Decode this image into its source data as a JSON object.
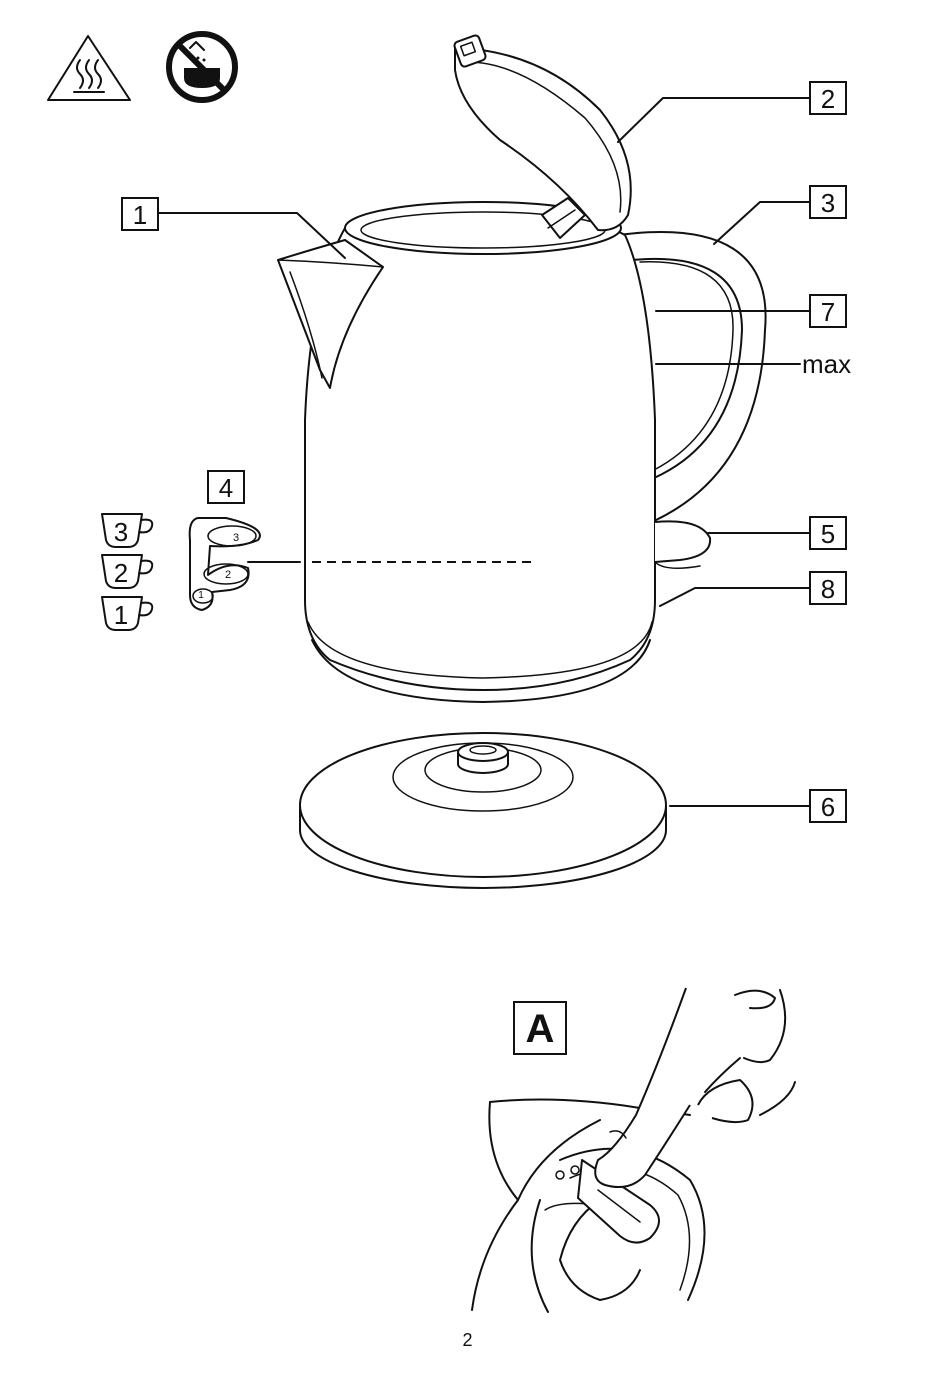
{
  "callouts": [
    {
      "id": "1",
      "label": "1"
    },
    {
      "id": "2",
      "label": "2"
    },
    {
      "id": "3",
      "label": "3"
    },
    {
      "id": "4",
      "label": "4"
    },
    {
      "id": "5",
      "label": "5"
    },
    {
      "id": "6",
      "label": "6"
    },
    {
      "id": "7",
      "label": "7"
    },
    {
      "id": "8",
      "label": "8"
    }
  ],
  "max_label": "max",
  "cup_labels": [
    "3",
    "2",
    "1"
  ],
  "indicator_labels": [
    "3",
    "2",
    "1"
  ],
  "figure_label": "A",
  "page_number": "2",
  "icons": {
    "hot_surface": "hot-surface-warning-icon",
    "no_immersion": "do-not-immerse-icon"
  }
}
